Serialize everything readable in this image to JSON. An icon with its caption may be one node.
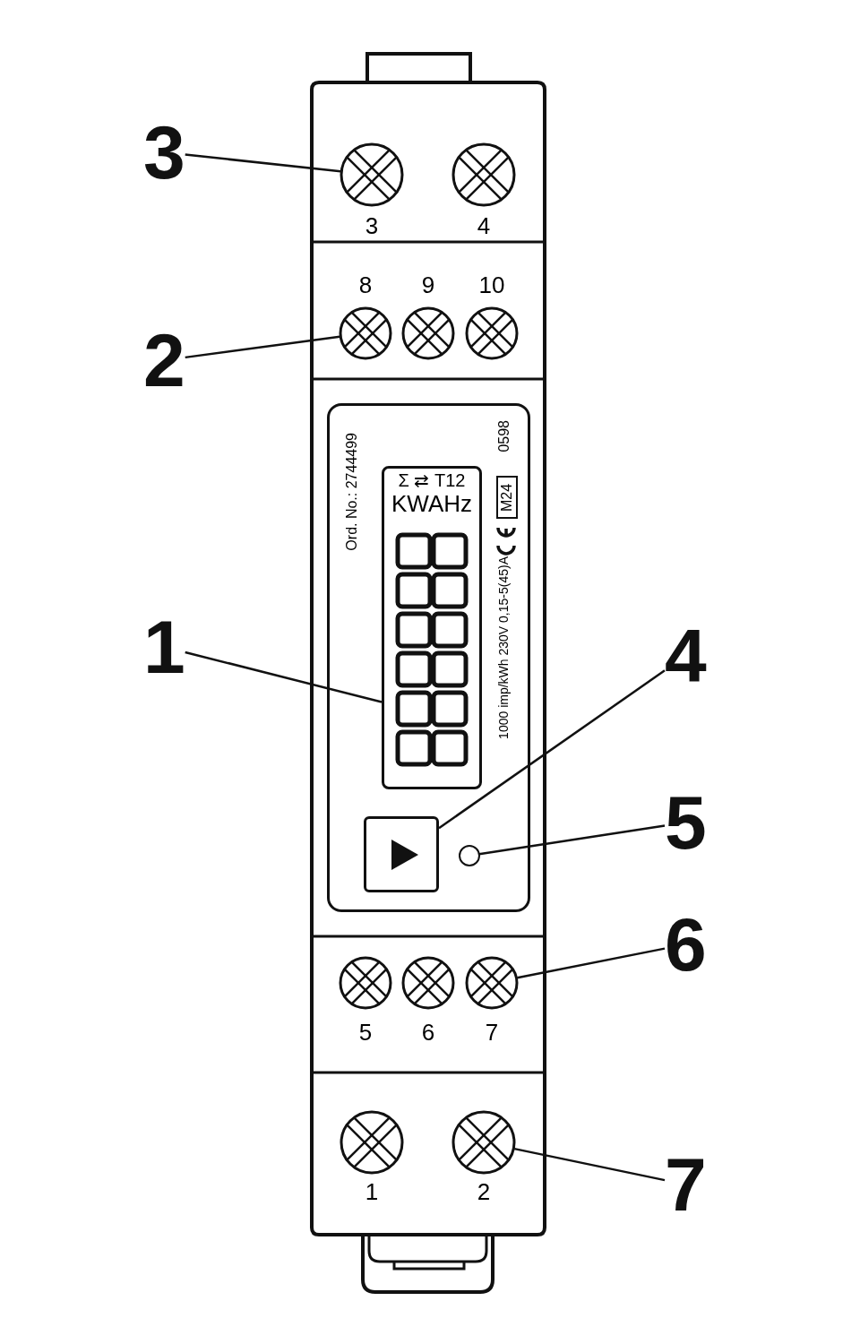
{
  "diagram": {
    "nodes": [
      {
        "text": [
          "3"
        ]
      },
      {
        "text": [],
        "shape": "circle",
        "beside": [
          "3"
        ]
      },
      {
        "text": [],
        "shape": "circle",
        "beside": [
          "4"
        ]
      },
      {
        "text": [
          "2"
        ]
      },
      {
        "text": [],
        "shape": "circle",
        "beside": [
          "8"
        ]
      },
      {
        "text": [],
        "shape": "circle",
        "beside": [
          "9"
        ]
      },
      {
        "text": [],
        "shape": "circle",
        "beside": [
          "10"
        ]
      },
      {
        "text": [
          "Ord. No.: 2744499",
          "1000 imp/kWh 230V 0,15-5(45)A",
          "0598"
        ]
      },
      {
        "text": [
          "Σ ⇄ T12",
          "KWAHz"
        ],
        "in": 7
      },
      {
        "text": [
          "M24"
        ],
        "in": 7
      },
      {
        "text": [
          "1"
        ]
      },
      {
        "text": [
          "4"
        ]
      },
      {
        "text": [],
        "shape": "box",
        "in": 7
      },
      {
        "text": [],
        "shape": "circle",
        "in": 7
      },
      {
        "text": [
          "5"
        ]
      },
      {
        "text": [
          "6"
        ]
      },
      {
        "text": [],
        "shape": "circle",
        "beside": [
          "5"
        ]
      },
      {
        "text": [],
        "shape": "circle",
        "beside": [
          "6"
        ]
      },
      {
        "text": [],
        "shape": "circle",
        "beside": [
          "7"
        ]
      },
      {
        "text": [],
        "shape": "circle",
        "beside": [
          "1"
        ]
      },
      {
        "text": [],
        "shape": "circle",
        "beside": [
          "2"
        ]
      },
      {
        "text": [
          "7"
        ]
      }
    ],
    "edges": [
      {
        "from": 0,
        "to": 1,
        "arrow": "none"
      },
      {
        "from": 3,
        "to": 4,
        "arrow": "none"
      },
      {
        "from": 10,
        "to": 8,
        "arrow": "none"
      },
      {
        "from": 11,
        "to": 12,
        "arrow": "none"
      },
      {
        "from": 14,
        "to": 13,
        "arrow": "none"
      },
      {
        "from": 15,
        "to": 18,
        "arrow": "none"
      },
      {
        "from": 21,
        "to": 20,
        "arrow": "none"
      }
    ]
  }
}
